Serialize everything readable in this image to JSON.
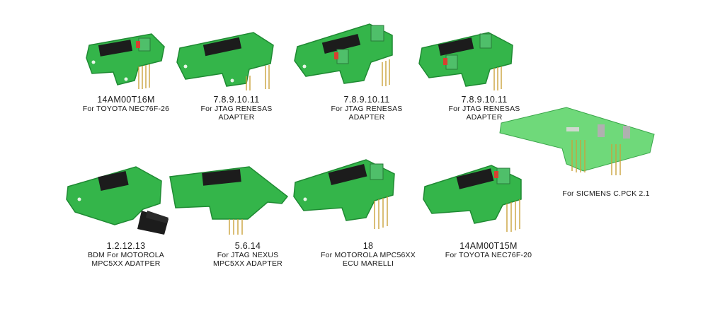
{
  "colors": {
    "pcb": "#34b54a",
    "pcb_dark": "#1f8a33",
    "pcb_light": "#6fd97a",
    "connector": "#1c1c1c",
    "terminal": "#4fbf6a",
    "pin": "#c9a13c",
    "text": "#1a1a1a"
  },
  "adapters": [
    {
      "code": "14AM00T16M",
      "lines": [
        "For TOYOTA NEC76F-26"
      ]
    },
    {
      "code": "7.8.9.10.11",
      "lines": [
        "For JTAG RENESAS",
        "ADAPTER"
      ]
    },
    {
      "code": "7.8.9.10.11",
      "lines": [
        "For JTAG RENESAS",
        "ADAPTER"
      ]
    },
    {
      "code": "7.8.9.10.11",
      "lines": [
        "For JTAG RENESAS",
        "ADAPTER"
      ]
    },
    {
      "code": "",
      "lines": [
        "For SICMENS C.PCK 2.1"
      ]
    },
    {
      "code": "1.2.12.13",
      "lines": [
        "BDM For MOTOROLA",
        "MPC5XX ADATPER"
      ]
    },
    {
      "code": "5.6.14",
      "lines": [
        "For JTAG NEXUS",
        "MPC5XX ADAPTER"
      ]
    },
    {
      "code": "18",
      "lines": [
        "For MOTOROLA MPC56XX",
        "ECU MARELLI"
      ]
    },
    {
      "code": "14AM00T15M",
      "lines": [
        "For TOYOTA NEC76F-20"
      ]
    }
  ]
}
